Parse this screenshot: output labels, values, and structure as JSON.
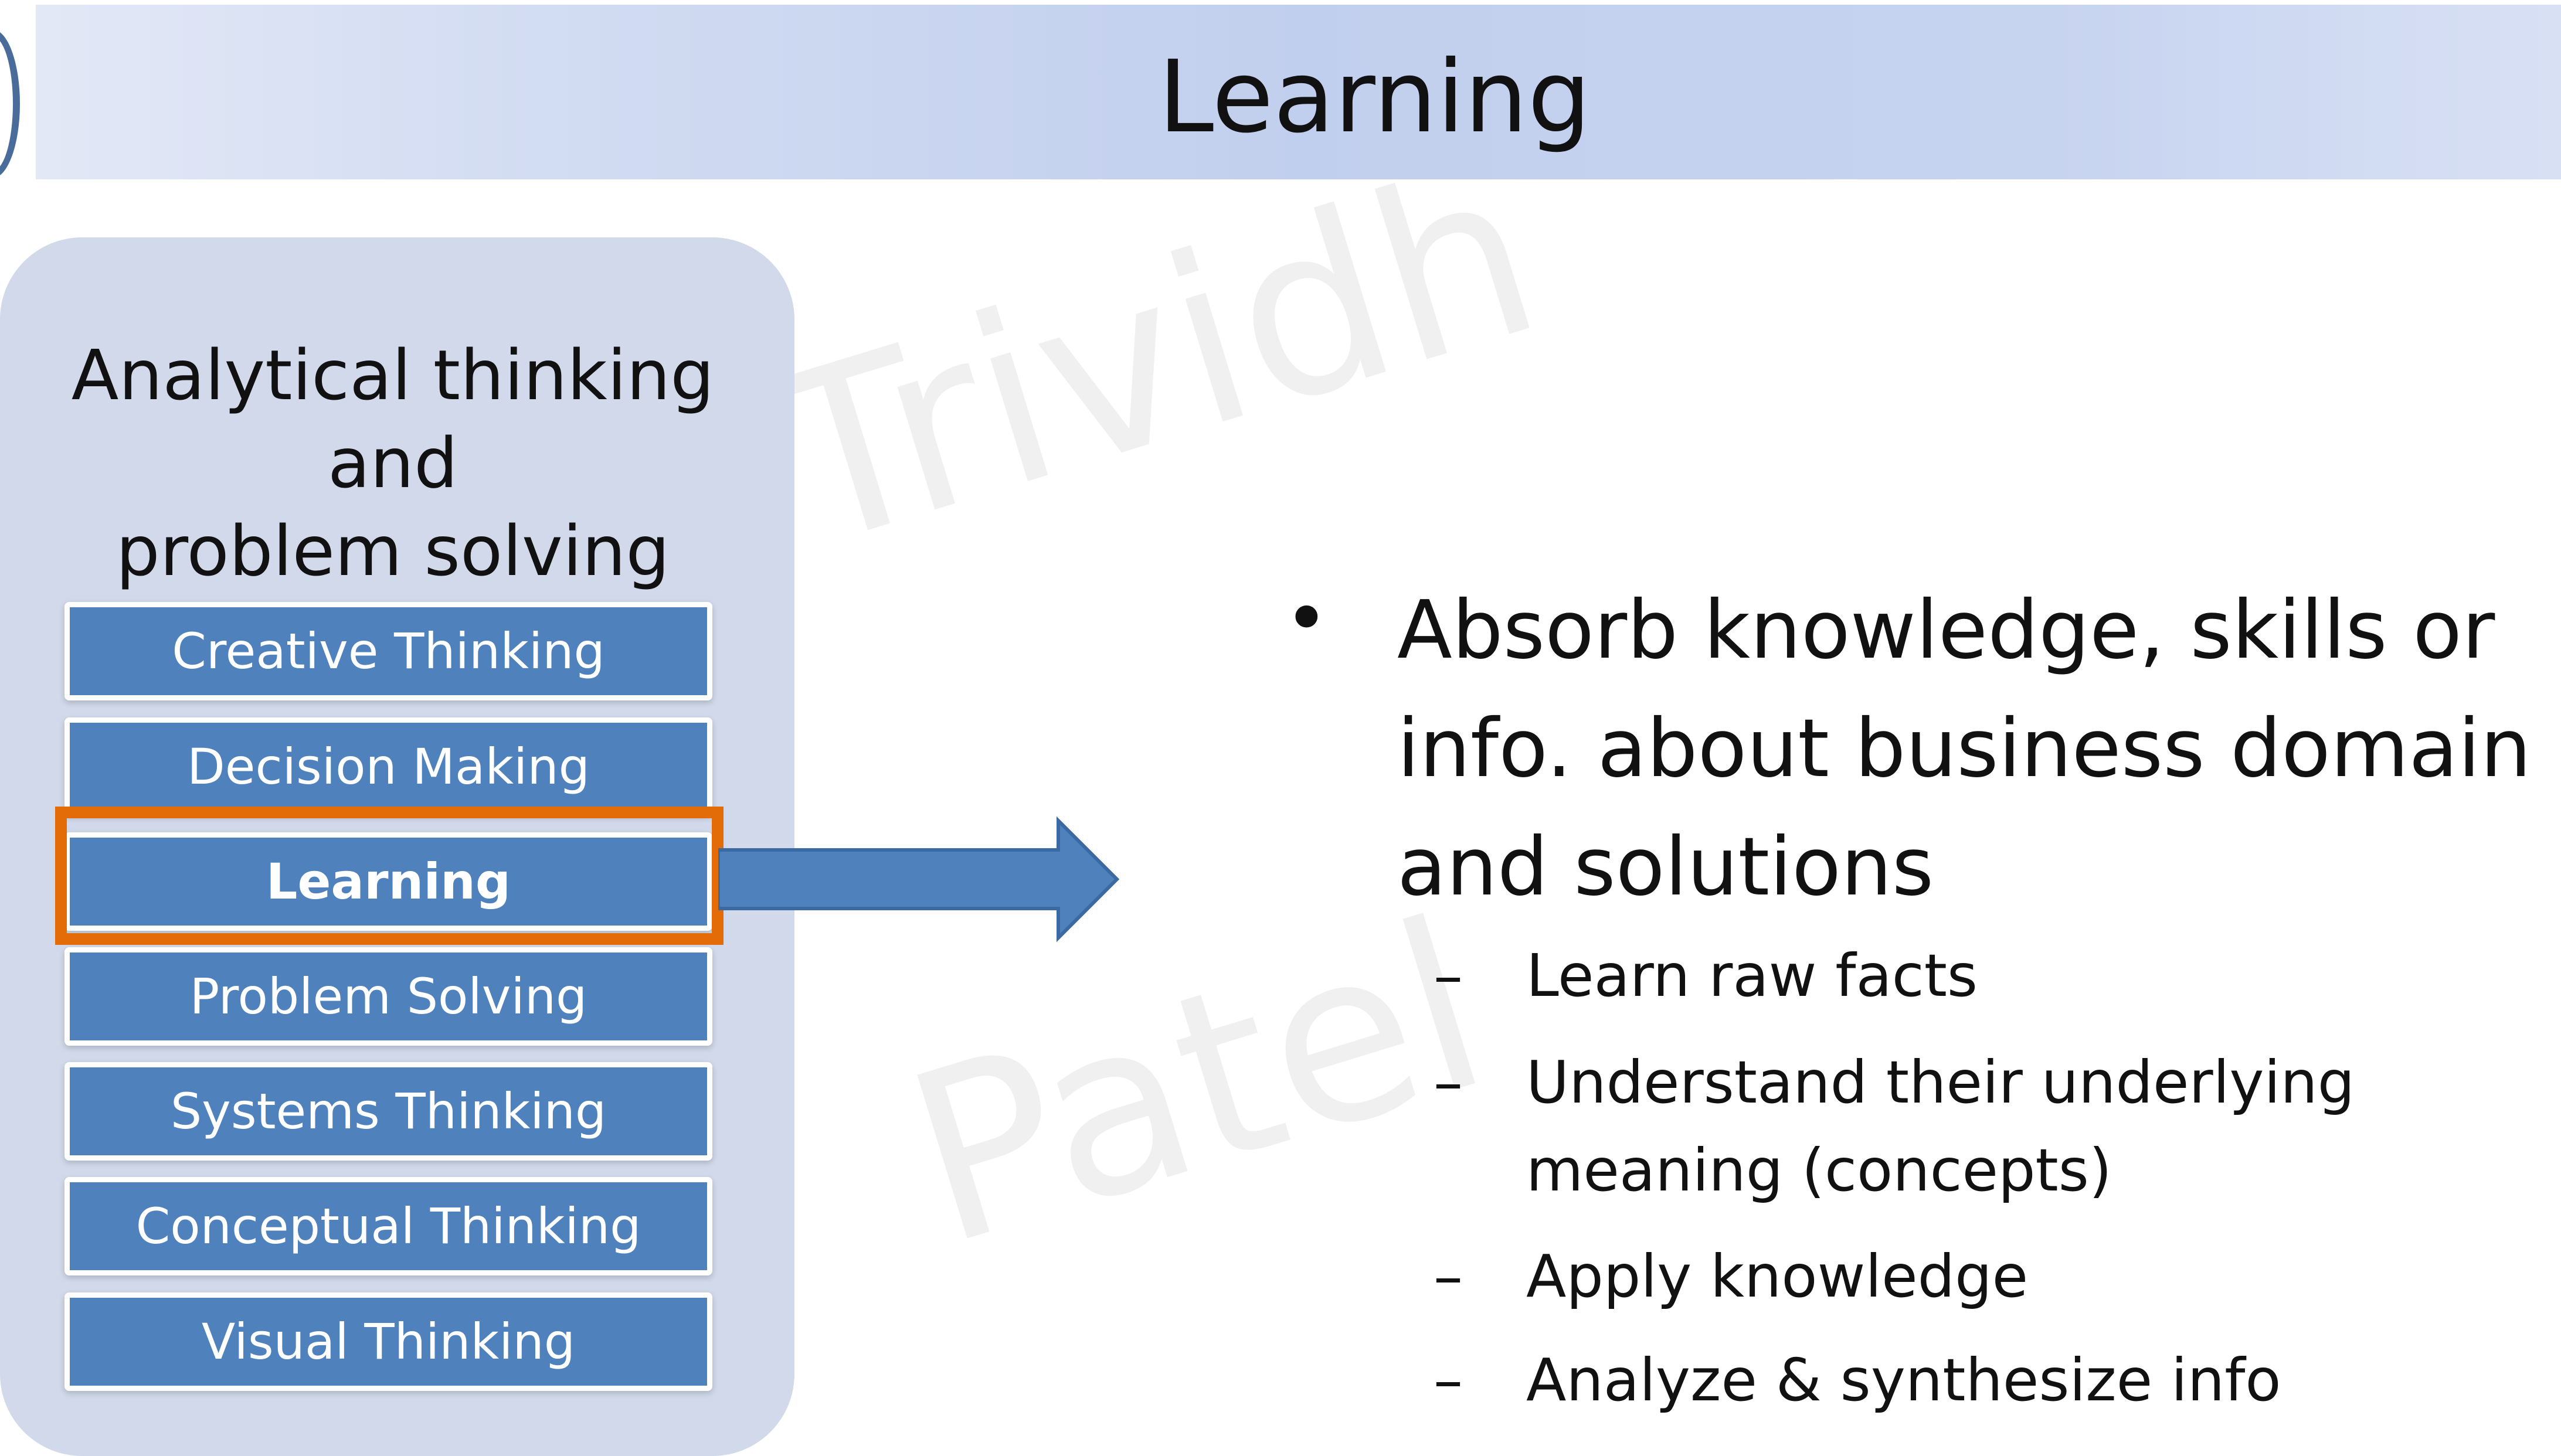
{
  "slide": {
    "title": "Learning",
    "panel": {
      "title_line1": "Analytical thinking and",
      "title_line2": "problem solving",
      "items": [
        {
          "label": "Creative Thinking",
          "active": false
        },
        {
          "label": "Decision Making",
          "active": false
        },
        {
          "label": "Learning",
          "active": true
        },
        {
          "label": "Problem Solving",
          "active": false
        },
        {
          "label": "Systems Thinking",
          "active": false
        },
        {
          "label": "Conceptual Thinking",
          "active": false
        },
        {
          "label": "Visual Thinking",
          "active": false
        }
      ]
    },
    "main_bullet": "Absorb knowledge, skills or info. about business domain and solutions",
    "sub_bullets": [
      "Learn raw facts",
      "Understand their underlying meaning (concepts)",
      "Apply knowledge",
      "Analyze & synthesize  info"
    ],
    "watermark": {
      "word1": "Trividh",
      "word2": "Patel"
    }
  },
  "colors": {
    "item_fill": "#4f81bd",
    "highlight": "#e36c09",
    "panel_bg": "#d1d9ea",
    "arrow": "#4f81bd"
  }
}
